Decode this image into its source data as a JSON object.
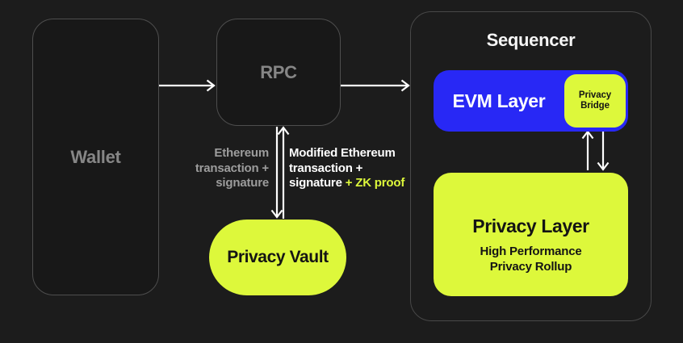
{
  "colors": {
    "background": "#1c1c1c",
    "accent_volt": "#ddf83b",
    "accent_blue": "#2828f5",
    "outline_gray": "#4e4e4e",
    "muted_text": "#9c9c9c"
  },
  "nodes": {
    "wallet": {
      "label": "Wallet"
    },
    "rpc": {
      "label": "RPC"
    },
    "privacy_vault": {
      "label": "Privacy Vault"
    },
    "sequencer": {
      "title": "Sequencer"
    },
    "evm_layer": {
      "label": "EVM Layer"
    },
    "privacy_bridge": {
      "label": "Privacy Bridge"
    },
    "privacy_layer": {
      "title": "Privacy Layer",
      "subtitle_lines": [
        "High Performance",
        "Privacy Rollup"
      ]
    }
  },
  "edge_labels": {
    "request": {
      "lines": [
        "Ethereum",
        "transaction +",
        "signature"
      ]
    },
    "response": {
      "lines": [
        "Modified Ethereum",
        "transaction +"
      ],
      "line3_text": "signature",
      "line3_highlight": "+ ZK proof"
    }
  }
}
